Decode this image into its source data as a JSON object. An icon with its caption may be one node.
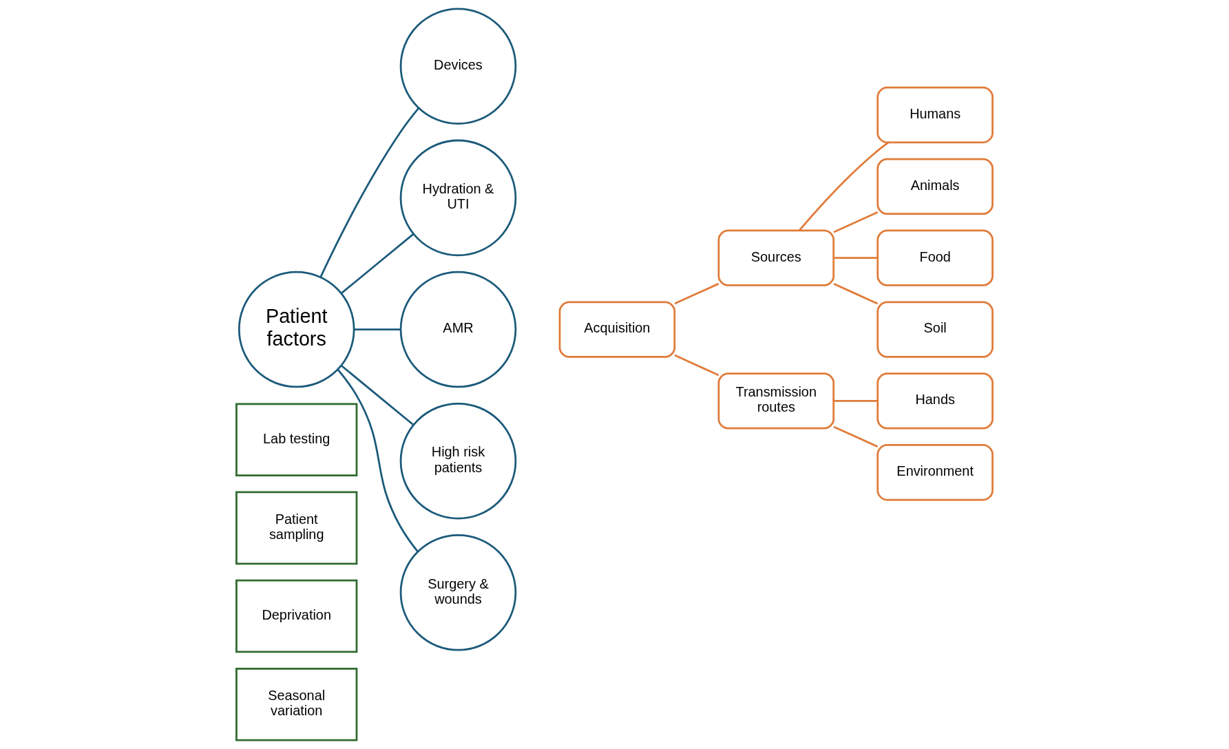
{
  "diagram": {
    "nodes": [
      {
        "text": [
          "Lab testing"
        ]
      },
      {
        "text": [
          "Patient sampling"
        ]
      },
      {
        "text": [
          "Deprivation"
        ]
      },
      {
        "text": [
          "Seasonal variation"
        ]
      },
      {
        "text": [
          "Devices"
        ]
      },
      {
        "text": [
          "Hydration & UTI"
        ]
      },
      {
        "text": [
          "Patient factors"
        ]
      },
      {
        "text": [
          "AMR"
        ]
      },
      {
        "text": [
          "Acquisition"
        ]
      },
      {
        "text": [
          "Sources"
        ]
      },
      {
        "text": [
          "Transmission routes"
        ]
      },
      {
        "text": [
          "Humans"
        ]
      },
      {
        "text": [
          "Animals"
        ]
      },
      {
        "text": [
          "Food"
        ]
      },
      {
        "text": [
          "Soil"
        ]
      },
      {
        "text": [
          "Hands"
        ]
      },
      {
        "text": [
          "Environment"
        ]
      },
      {
        "text": [
          "High risk patients"
        ]
      },
      {
        "text": [
          "Surgery & wounds"
        ]
      }
    ],
    "edges": [
      {
        "from": 6,
        "to": 4,
        "arrow": "none",
        "color": "#1b5a7a"
      },
      {
        "from": 6,
        "to": 5,
        "arrow": "none",
        "color": "#1b5a7a"
      },
      {
        "from": 6,
        "to": 7,
        "arrow": "none",
        "color": "#1b5a7a"
      },
      {
        "from": 6,
        "to": 17,
        "arrow": "none",
        "color": "#1b5a7a"
      },
      {
        "from": 6,
        "to": 18,
        "arrow": "none",
        "color": "#1b5a7a"
      },
      {
        "from": 8,
        "to": 9,
        "arrow": "none"
      },
      {
        "from": 8,
        "to": 10,
        "arrow": "none"
      },
      {
        "from": 9,
        "to": 11,
        "arrow": "none"
      },
      {
        "from": 9,
        "to": 12,
        "arrow": "none"
      },
      {
        "from": 9,
        "to": 13,
        "arrow": "none"
      },
      {
        "from": 9,
        "to": 14,
        "arrow": "none"
      },
      {
        "from": 10,
        "to": 15,
        "arrow": "none"
      },
      {
        "from": 10,
        "to": 16,
        "arrow": "none"
      }
    ]
  }
}
